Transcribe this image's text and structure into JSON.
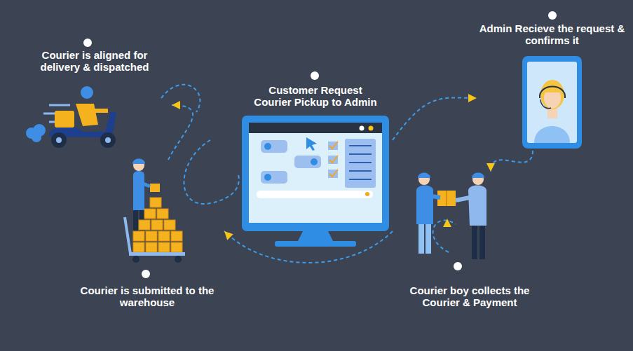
{
  "diagram": {
    "nodes": [
      {
        "text": [
          "Customer Request Courier Pickup to Admin"
        ]
      },
      {
        "text": [
          "Admin Recieve the request & confirms it"
        ]
      },
      {
        "text": [
          "Courier boy collects the Courier & Payment"
        ]
      },
      {
        "text": [
          "Courier is submitted to the warehouse"
        ]
      },
      {
        "text": [
          "Courier is aligned for delivery & dispatched"
        ]
      }
    ],
    "edges": [
      {
        "from": 0,
        "to": 1,
        "arrow": "to"
      },
      {
        "from": 1,
        "to": 2,
        "arrow": "to"
      },
      {
        "from": 2,
        "to": 3,
        "arrow": "to"
      },
      {
        "from": 3,
        "to": 4,
        "arrow": "to"
      }
    ]
  }
}
